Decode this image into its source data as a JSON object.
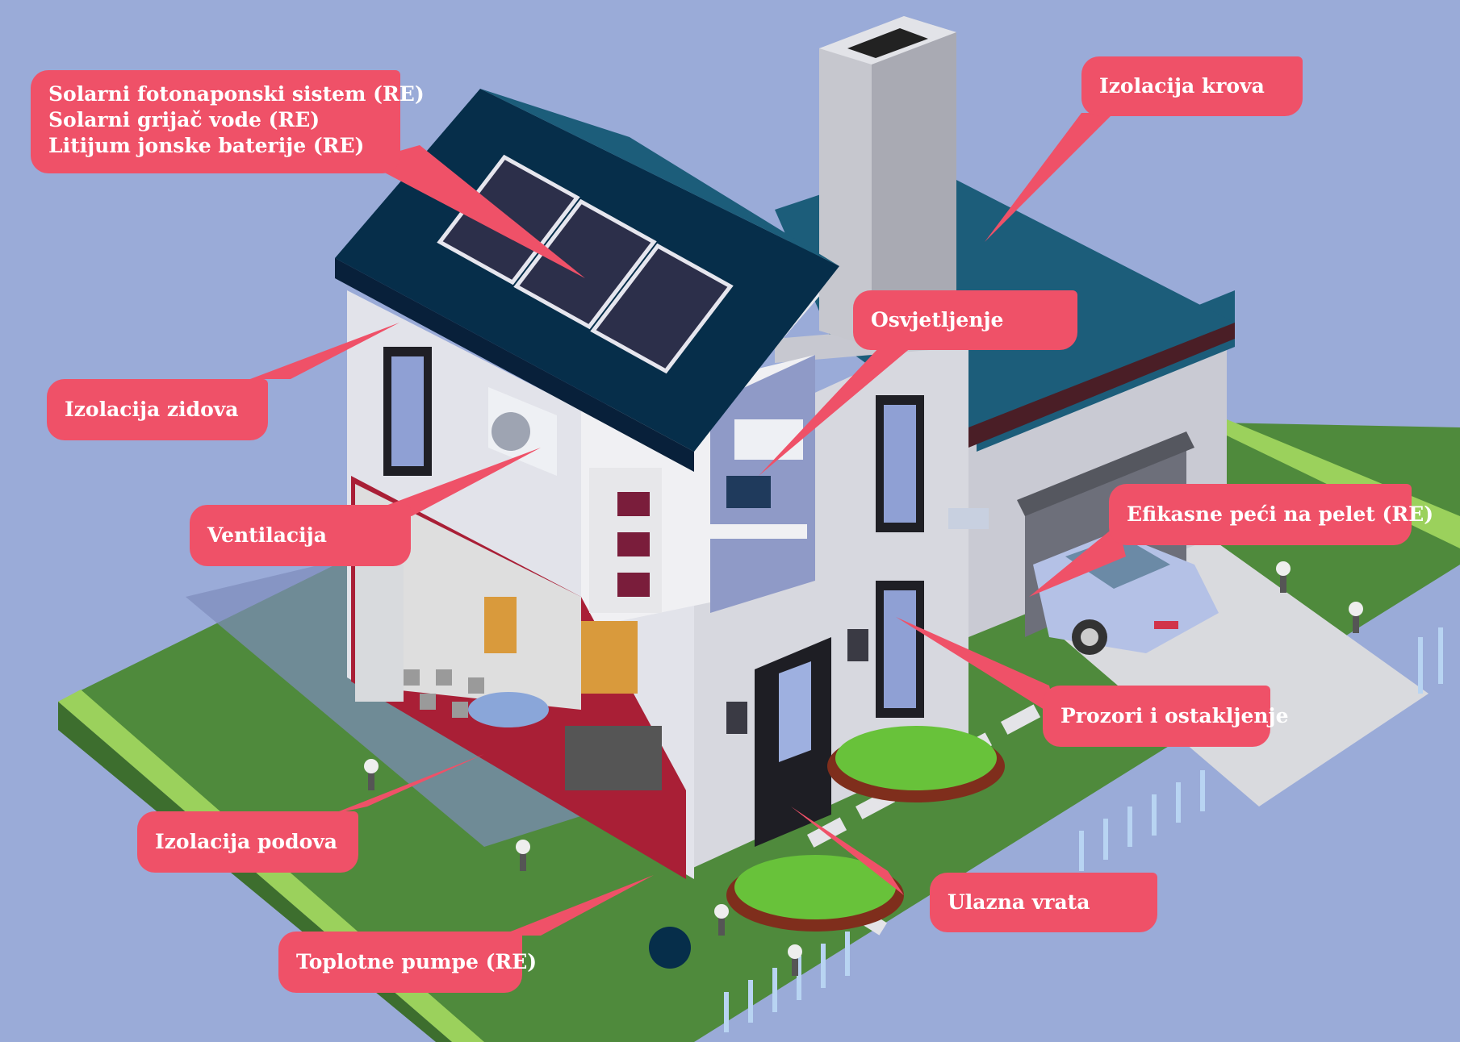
{
  "labels": {
    "solar": [
      "Solarni fotonaponski sistem (RE)",
      "Solarni grijač vode (RE)",
      "Litijum jonske baterije (RE)"
    ],
    "roof_insulation": "Izolacija krova",
    "lighting": "Osvjetljenje",
    "wall_insulation": "Izolacija zidova",
    "ventilation": "Ventilacija",
    "pellet_stoves": "Efikasne peći na pelet (RE)",
    "windows": "Prozori i ostakljenje",
    "floor_insulation": "Izolacija podova",
    "entrance_door": "Ulazna vrata",
    "heat_pumps": "Toplotne pumpe (RE)"
  },
  "colors": {
    "background": "#9aabd8",
    "callout": "#ef5168",
    "grass": "#4f8a3c",
    "grass_edge": "#9bd15c",
    "roof_dark": "#062e4a",
    "roof_light": "#1c5d7a",
    "wall": "#dcdde4",
    "interior_accent": "#9b1b34"
  }
}
